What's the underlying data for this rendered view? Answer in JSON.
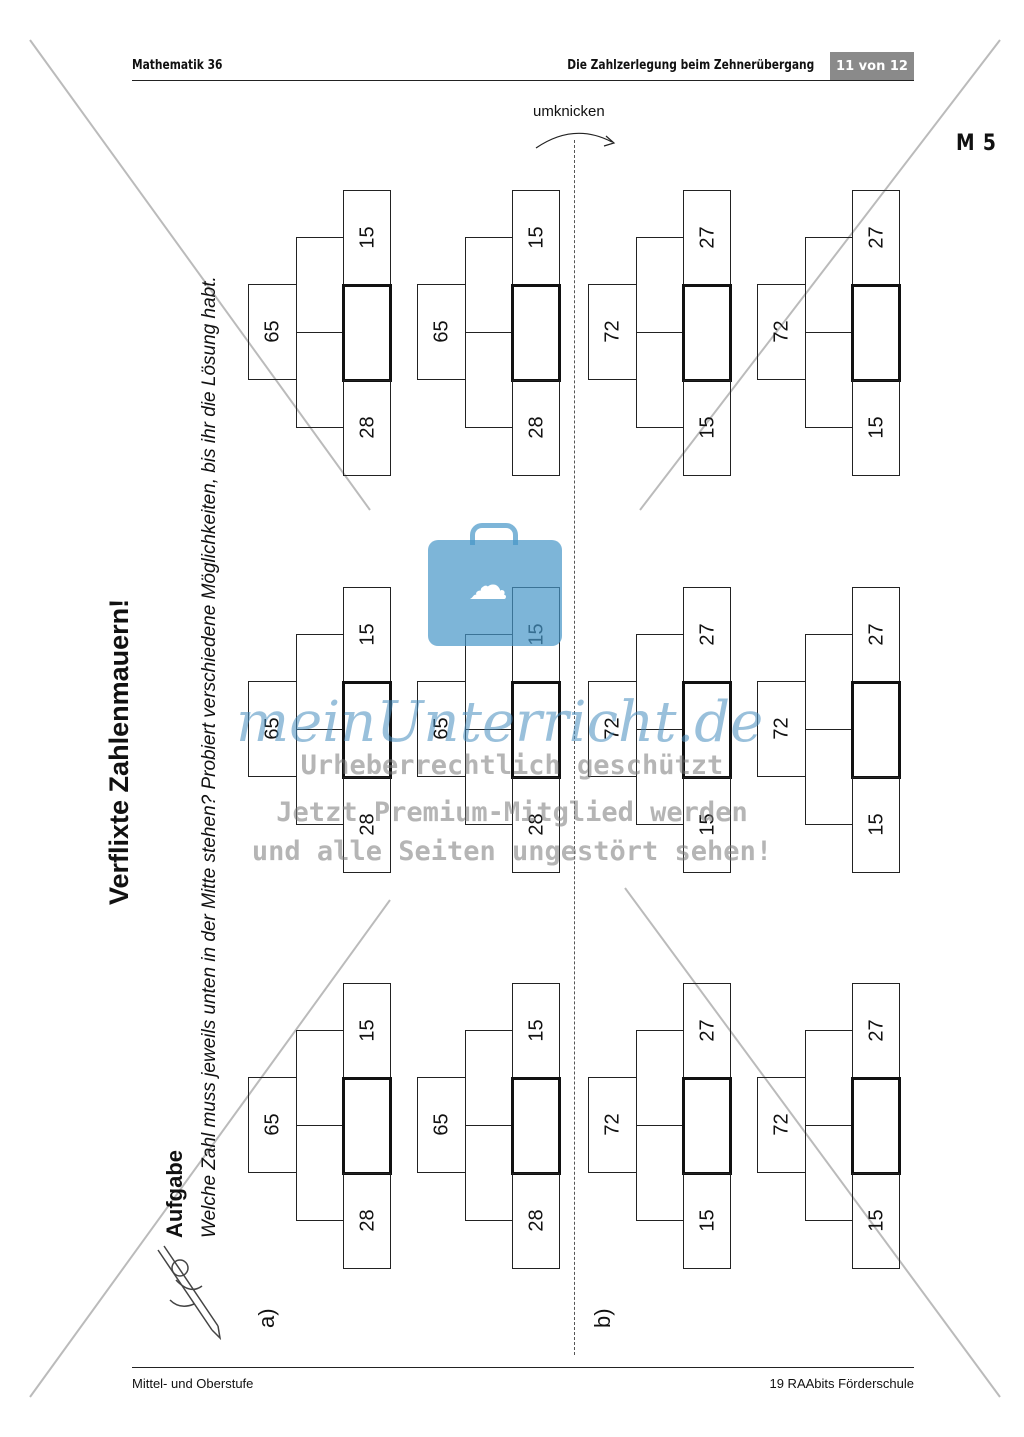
{
  "header": {
    "left": "Mathematik 36",
    "title": "Die Zahlzerlegung beim Zehnerübergang",
    "page": "11 von 12"
  },
  "material_code": "M 5",
  "worksheet": {
    "title": "Verflixte Zahlenmauern!",
    "task_label": "Aufgabe",
    "task_text": "Welche Zahl muss jeweils unten in der Mitte stehen? Probiert verschiedene Möglichkeiten, bis ihr die Lösung habt.",
    "fold_label": "umknicken",
    "part_a": "a)",
    "part_b": "b)"
  },
  "pyramids": [
    {
      "top": "65",
      "left": "28",
      "right": "15"
    },
    {
      "top": "65",
      "left": "28",
      "right": "15"
    },
    {
      "top": "72",
      "left": "15",
      "right": "27"
    },
    {
      "top": "72",
      "left": "15",
      "right": "27"
    },
    {
      "top": "65",
      "left": "28",
      "right": "15"
    },
    {
      "top": "65",
      "left": "28",
      "right": "15"
    },
    {
      "top": "72",
      "left": "15",
      "right": "27"
    },
    {
      "top": "72",
      "left": "15",
      "right": "27"
    },
    {
      "top": "65",
      "left": "28",
      "right": "15"
    },
    {
      "top": "65",
      "left": "28",
      "right": "15"
    },
    {
      "top": "72",
      "left": "15",
      "right": "27"
    },
    {
      "top": "72",
      "left": "15",
      "right": "27"
    }
  ],
  "watermark": {
    "logo": "meinUnterricht.de",
    "line1": "Urheberrechtlich geschützt",
    "line2": "Jetzt Premium-Mitglied werden",
    "line3": "und alle Seiten ungestört sehen!"
  },
  "footer": {
    "left": "Mittel- und Oberstufe",
    "right": "19 RAAbits Förderschule"
  }
}
